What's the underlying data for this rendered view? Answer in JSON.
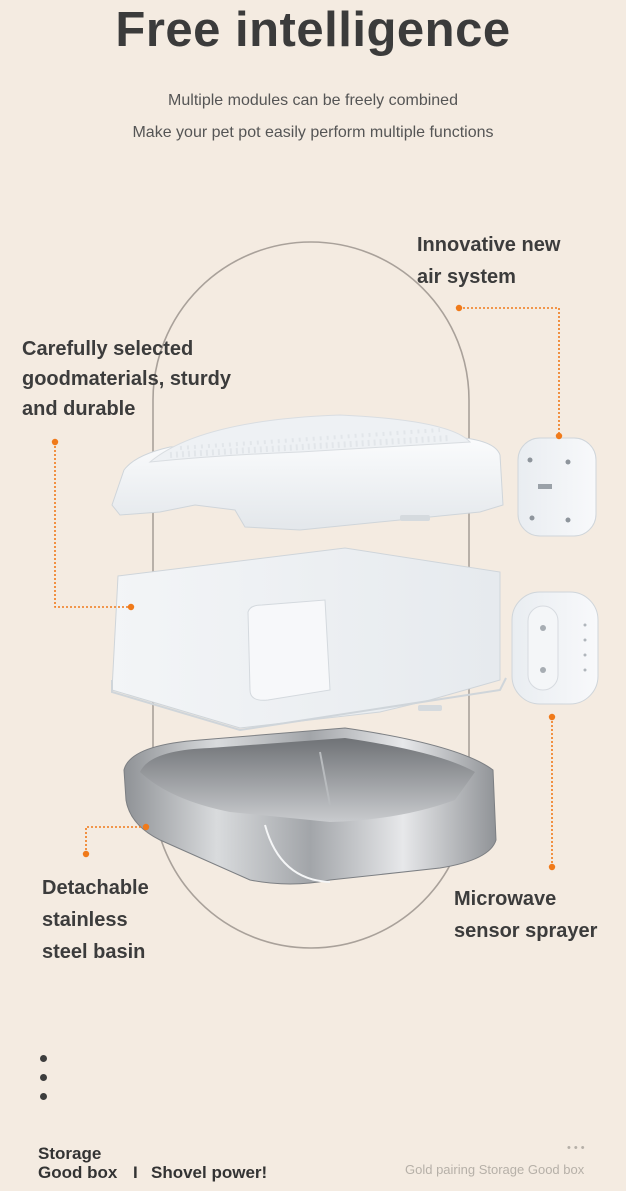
{
  "header": {
    "title": "Free intelligence",
    "subtitle_1": "Multiple modules can be freely combined",
    "subtitle_2": "Make your pet pot easily perform multiple functions"
  },
  "callouts": {
    "air_system": [
      "Innovative new",
      "air system"
    ],
    "materials": [
      "Carefully selected",
      "goodmaterials, sturdy",
      "and durable"
    ],
    "basin": [
      "Detachable",
      "stainless",
      "steel basin"
    ],
    "sprayer": [
      "Microwave",
      "sensor sprayer"
    ]
  },
  "footer": {
    "brand_line_1": "Storage",
    "brand_line_2": "Good box",
    "separator": "I",
    "slogan": "Shovel power!",
    "right_text": "Gold pairing Storage Good box",
    "right_dots": "•••"
  },
  "colors": {
    "background": "#f4ebe1",
    "accent_orange": "#f07a1a",
    "text_dark": "#3b3b3b",
    "arch_outline": "#a9a19a"
  }
}
